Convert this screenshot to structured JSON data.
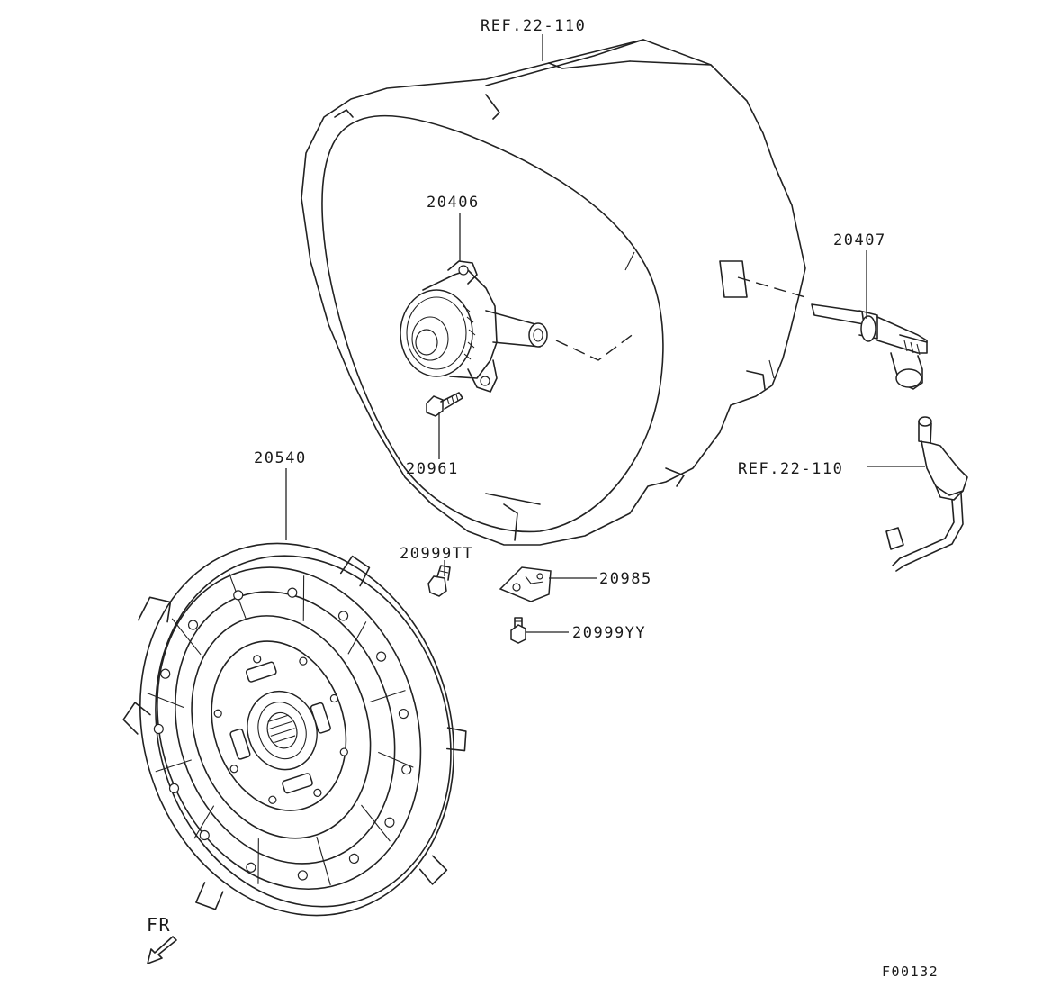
{
  "labels": {
    "ref_top": "REF.22-110",
    "cylinder_slave": "20406",
    "pipe_hose": "20407",
    "bolt_slave": "20961",
    "clutch_disc": "20540",
    "ref_right": "REF.22-110",
    "bolt_bracket": "20999TT",
    "bracket": "20985",
    "bolt_small": "20999YY",
    "front_marker": "FR",
    "figure_code": "F00132"
  },
  "icons": {
    "front_arrow": "arrow-down-left-icon"
  }
}
